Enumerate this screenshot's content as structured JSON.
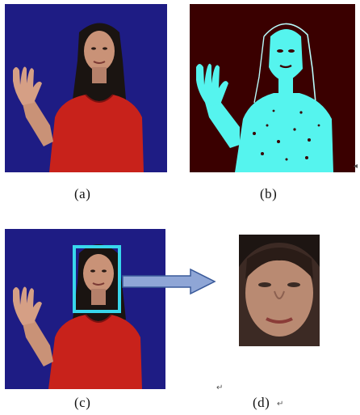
{
  "panels": {
    "a": {
      "caption": "(a)"
    },
    "b": {
      "caption": "(b)"
    },
    "c": {
      "caption": "(c)"
    },
    "d": {
      "caption": "(d)"
    }
  },
  "colors": {
    "background_blue": "#1e1c84",
    "shirt_red": "#c8221b",
    "skin": "#c99277",
    "hair": "#1a1411",
    "mask_cyan": "#55f4ee",
    "mask_bg": "#3a0000",
    "face_box": "#38d7ec",
    "arrow_fill": "#8fa6d6",
    "arrow_stroke": "#3a5a9a"
  },
  "icons": {
    "return_mark": "↵",
    "edge_mark": "◂"
  }
}
